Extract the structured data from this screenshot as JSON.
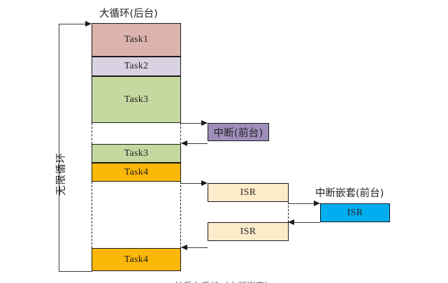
{
  "diagram": {
    "title_background_loop": "大循环(后台)",
    "title_interrupt": "中断(前台)",
    "title_nested_interrupt": "中断嵌套(前台)",
    "loop_label": "无限循环",
    "bottom_caption": "前后台系统（中断嵌套）"
  },
  "colors": {
    "task1": "#ddb3ae",
    "task2": "#d9d2e3",
    "task3": "#c5d8a0",
    "task4": "#fcb808",
    "interrupt": "#9e8fba",
    "isr": "#fcecca",
    "nested_isr": "#00aeef",
    "stroke": "#1a1a1a",
    "line": "#3b3b3b"
  },
  "background_column": {
    "tasks": [
      {
        "label": "Task1",
        "color_key": "task1"
      },
      {
        "label": "Task2",
        "color_key": "task2"
      },
      {
        "label": "Task3",
        "color_key": "task3"
      },
      {
        "label": "Task3",
        "color_key": "task3"
      },
      {
        "label": "Task4",
        "color_key": "task4"
      },
      {
        "label": "Task4",
        "color_key": "task4"
      }
    ]
  },
  "foreground": {
    "interrupt_box_label": "中断(前台)",
    "isr_boxes": [
      {
        "label": "ISR"
      },
      {
        "label": "ISR"
      }
    ],
    "nested_isr_box_label": "ISR"
  }
}
